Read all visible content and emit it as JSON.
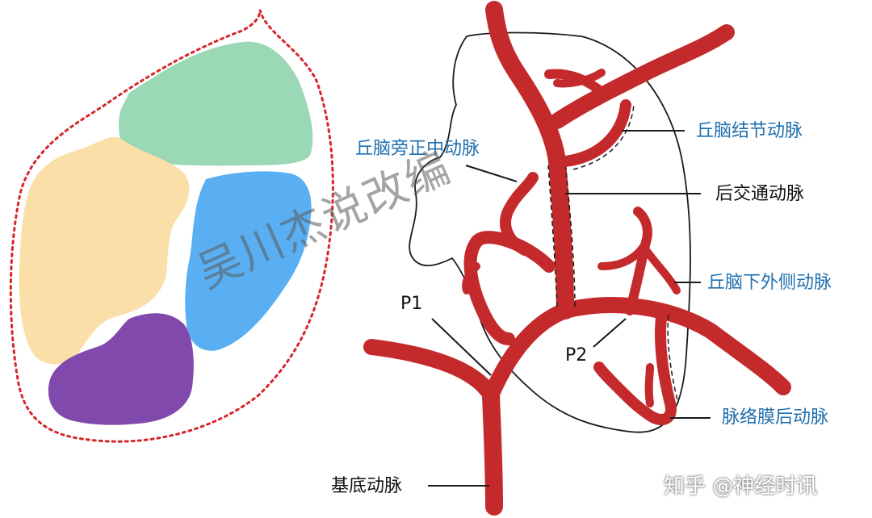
{
  "labels": {
    "paramedian": "丘脑旁正中动脉",
    "tuberothalamic": "丘脑结节动脉",
    "pcomm": "后交通动脉",
    "inferolateral": "丘脑下外侧动脉",
    "p1": "P1",
    "p2": "P2",
    "choroidal": "脉络膜后动脉",
    "basilar": "基底动脉"
  },
  "watermark": "吴川杰说改编",
  "credit": "知乎 @神经时讯",
  "colors": {
    "artery": "#c42a2b",
    "green_region": "#9ad8b6",
    "yellow_region": "#fae0a8",
    "blue_region": "#59aff2",
    "purple_region": "#8249ad",
    "dotted_outline": "#d7262a",
    "label_blue": "#1f6fae"
  }
}
